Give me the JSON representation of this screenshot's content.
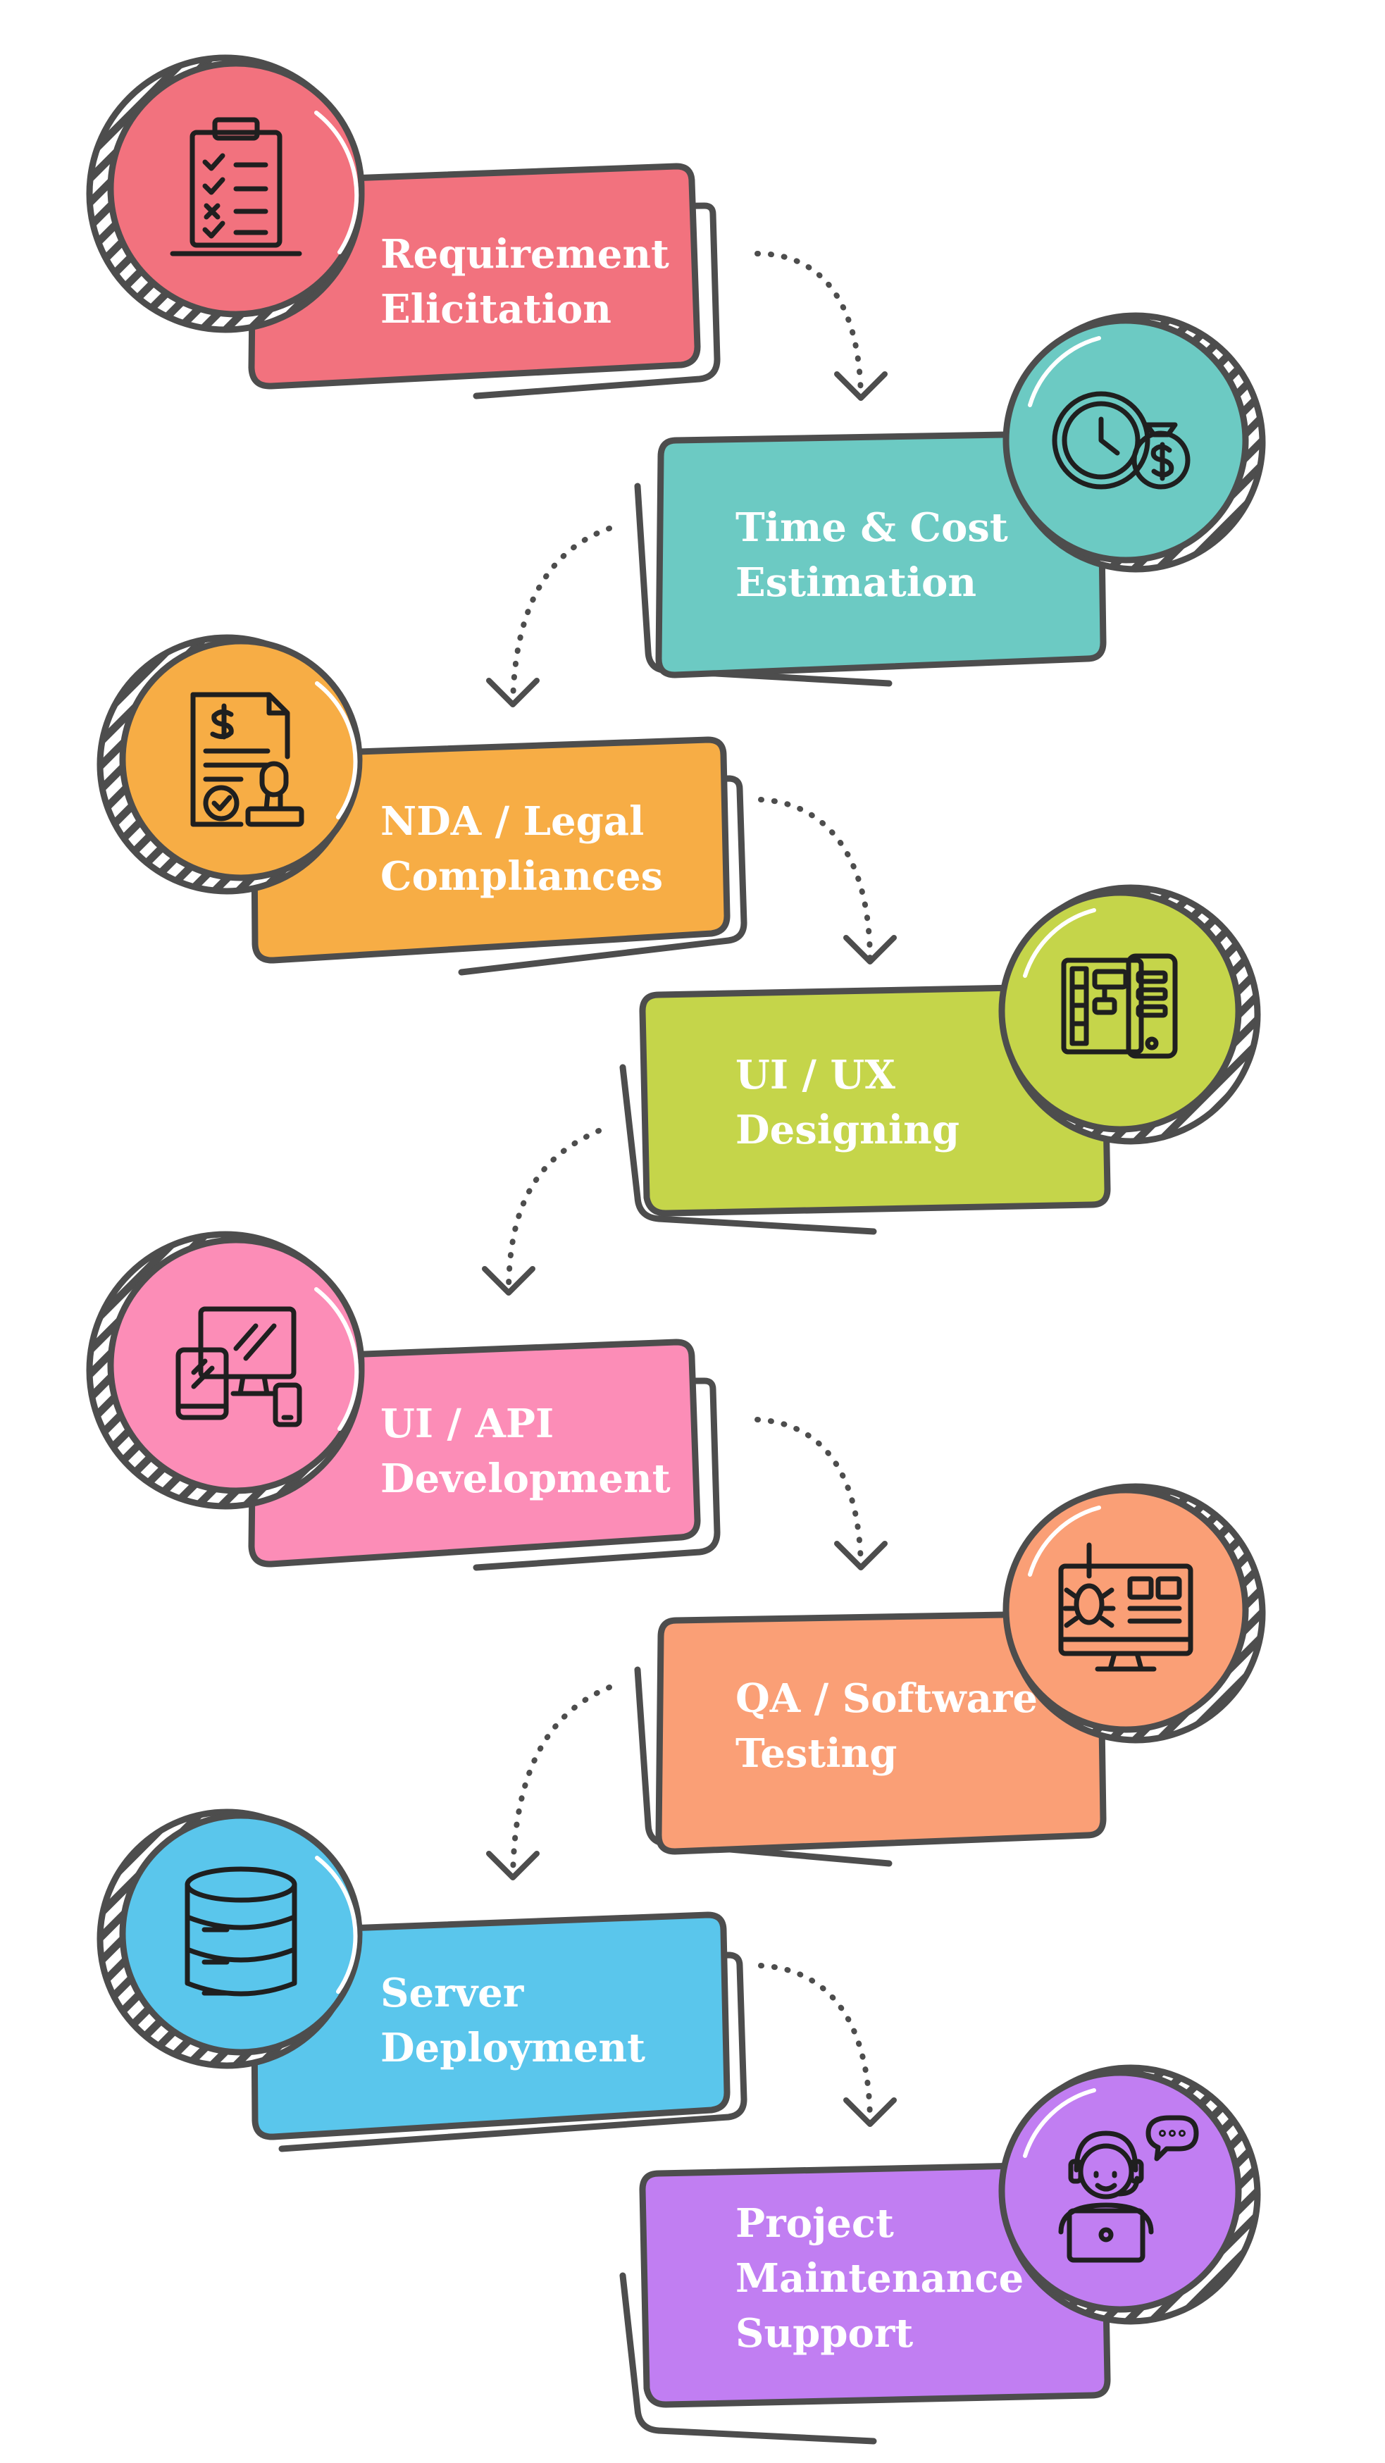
{
  "steps": [
    {
      "lines": [
        "Requirement",
        "Elicitation"
      ],
      "color": "#F2727E",
      "icon": "clipboard-checklist-icon"
    },
    {
      "lines": [
        "Time & Cost",
        "Estimation"
      ],
      "color": "#6CCAC3",
      "icon": "clock-money-icon"
    },
    {
      "lines": [
        "NDA / Legal",
        "Compliances"
      ],
      "color": "#F7AD45",
      "icon": "legal-document-stamp-icon"
    },
    {
      "lines": [
        "UI / UX",
        "Designing"
      ],
      "color": "#C5D54A",
      "icon": "wireframe-mobile-icon"
    },
    {
      "lines": [
        "UI / API",
        "Development"
      ],
      "color": "#FC8DB7",
      "icon": "multi-device-icon"
    },
    {
      "lines": [
        "QA / Software",
        "Testing"
      ],
      "color": "#FA9F76",
      "icon": "bug-monitor-icon"
    },
    {
      "lines": [
        "Server",
        "Deployment"
      ],
      "color": "#5AC6EC",
      "icon": "database-icon"
    },
    {
      "lines": [
        "Project",
        "Maintenance",
        "Support"
      ],
      "color": "#C17EF2",
      "icon": "support-agent-icon"
    }
  ],
  "stroke_color": "#4D4D4D"
}
